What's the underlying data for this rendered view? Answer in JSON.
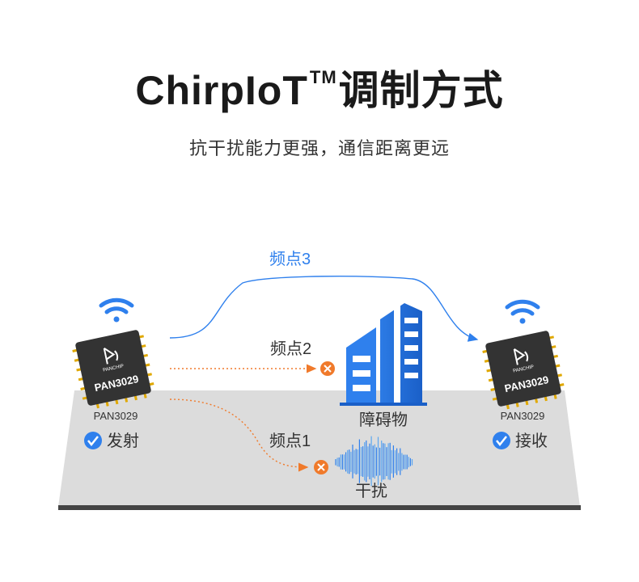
{
  "header": {
    "title_main": "ChirpIoT",
    "title_tm": "TM",
    "title_cn": "调制方式",
    "subtitle": "抗干扰能力更强，通信距离更远"
  },
  "transmitter": {
    "chip_brand": "PANCHIP",
    "chip_model": "PAN3029",
    "model_label": "PAN3029",
    "status": "发射"
  },
  "receiver": {
    "chip_brand": "PANCHIP",
    "chip_model": "PAN3029",
    "model_label": "PAN3029",
    "status": "接收"
  },
  "paths": {
    "freq3": "频点3",
    "freq2": "频点2",
    "freq1": "频点1"
  },
  "obstacle_label": "障碍物",
  "interference_label": "干扰",
  "colors": {
    "blue": "#2f80ed",
    "orange": "#f07a2b",
    "ground": "#dcdcdc",
    "ground_edge": "#444444",
    "chip": "#333333"
  }
}
